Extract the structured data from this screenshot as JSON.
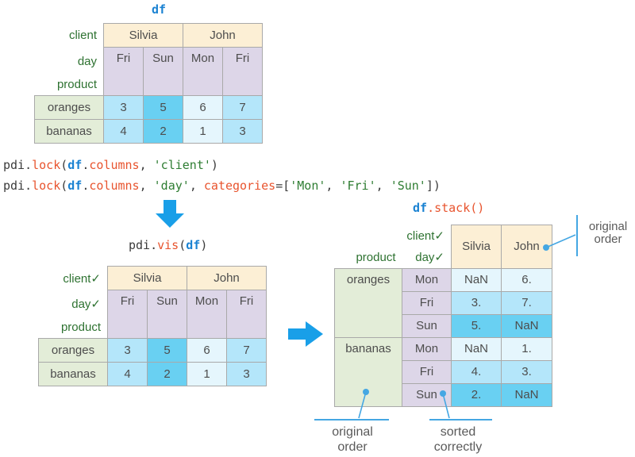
{
  "titles": {
    "df": "df"
  },
  "code": {
    "l1": [
      "pdi.",
      "lock",
      "(",
      "df",
      ".",
      "columns",
      ", ",
      "'client'",
      ")"
    ],
    "l2": [
      "pdi.",
      "lock",
      "(",
      "df",
      ".",
      "columns",
      ", ",
      "'day'",
      ", ",
      "categories",
      "=[",
      "'Mon'",
      ", ",
      "'Fri'",
      ", ",
      "'Sun'",
      "])"
    ],
    "vis": [
      "pdi.",
      "vis",
      "(",
      "df",
      ")"
    ],
    "stack": [
      "df",
      ".stack()"
    ]
  },
  "df_table": {
    "labels": {
      "client": "client",
      "day": "day",
      "product": "product",
      "oranges": "oranges",
      "bananas": "bananas"
    },
    "clients": [
      "Silvia",
      "John"
    ],
    "days": [
      "Fri",
      "Sun",
      "Mon",
      "Fri"
    ],
    "values": {
      "oranges": [
        "3",
        "5",
        "6",
        "7"
      ],
      "bananas": [
        "4",
        "2",
        "1",
        "3"
      ]
    }
  },
  "vis_table": {
    "labels": {
      "client": "client✓",
      "day": "day✓",
      "product": "product",
      "oranges": "oranges",
      "bananas": "bananas"
    },
    "clients": [
      "Silvia",
      "John"
    ],
    "days": [
      "Fri",
      "Sun",
      "Mon",
      "Fri"
    ],
    "values": {
      "oranges": [
        "3",
        "5",
        "6",
        "7"
      ],
      "bananas": [
        "4",
        "2",
        "1",
        "3"
      ]
    }
  },
  "stack_table": {
    "labels": {
      "client": "client✓",
      "day": "day✓",
      "product": "product"
    },
    "clients": [
      "Silvia",
      "John"
    ],
    "row_groups": [
      {
        "product": "oranges",
        "rows": [
          {
            "day": "Mon",
            "silvia": "NaN",
            "john": "6."
          },
          {
            "day": "Fri",
            "silvia": "3.",
            "john": "7."
          },
          {
            "day": "Sun",
            "silvia": "5.",
            "john": "NaN"
          }
        ]
      },
      {
        "product": "bananas",
        "rows": [
          {
            "day": "Mon",
            "silvia": "NaN",
            "john": "1."
          },
          {
            "day": "Fri",
            "silvia": "4.",
            "john": "3."
          },
          {
            "day": "Sun",
            "silvia": "2.",
            "john": "NaN"
          }
        ]
      }
    ]
  },
  "annotations": {
    "original_order_top": [
      "original",
      "order"
    ],
    "original_order_bottom": [
      "original",
      "order"
    ],
    "sorted_correctly": [
      "sorted",
      "correctly"
    ]
  },
  "colors": {
    "arrow_blue": "#199fe8",
    "callout_blue": "#45a7e3",
    "code_orange": "#e8542e",
    "code_blue": "#1a82d2",
    "code_green": "#2e7d32",
    "label_green": "#2e7231",
    "header_orange_bg": "#fcefd5",
    "day_lavender_bg": "#ddd6e8",
    "product_green_bg": "#e3edd8",
    "fri_cell_bg": "#b4e6fa",
    "sun_cell_bg": "#69d0f2",
    "mon_cell_bg": "#e5f6fd"
  }
}
